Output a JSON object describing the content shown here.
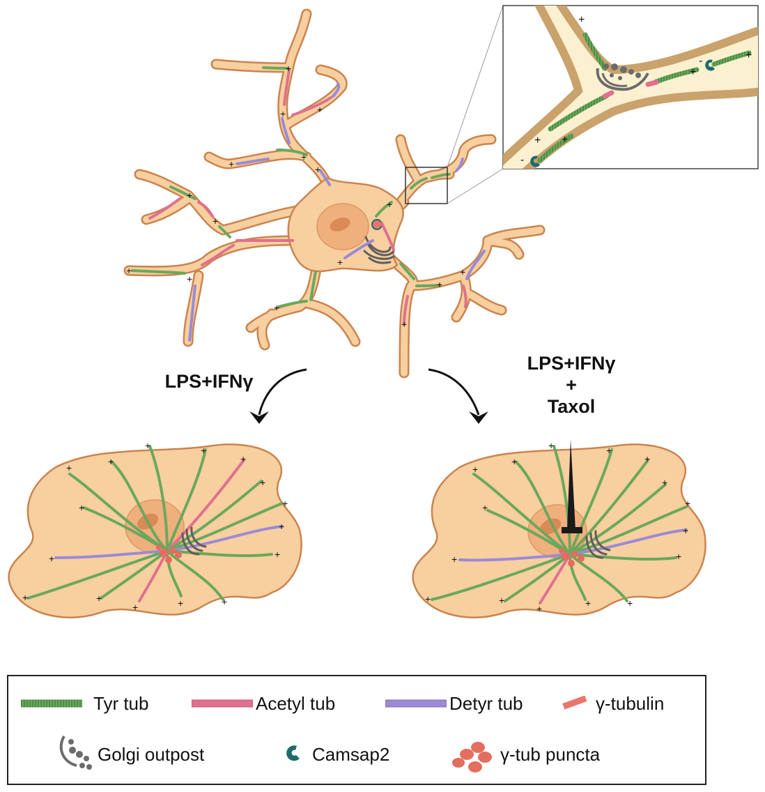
{
  "treatments": {
    "left": "LPS+IFNγ",
    "right_line1": "LPS+IFNγ",
    "right_line2": "+",
    "right_line3": "Taxol"
  },
  "plus_end_marker": "+",
  "minus_end_marker": "-",
  "legend": {
    "items": [
      {
        "icon": "tyr-tub-icon",
        "label": "Tyr tub",
        "color": "#6aa85c"
      },
      {
        "icon": "acetyl-tub-icon",
        "label": "Acetyl tub",
        "color": "#e0708f"
      },
      {
        "icon": "detyr-tub-icon",
        "label": "Detyr tub",
        "color": "#9b8ad6"
      },
      {
        "icon": "gamma-tubulin-icon",
        "label": "γ-tubulin",
        "color": "#e8766a"
      },
      {
        "icon": "golgi-outpost-icon",
        "label": "Golgi outpost",
        "color": "#6b6b6b"
      },
      {
        "icon": "camsap2-icon",
        "label": "Camsap2",
        "color": "#1f6b6b"
      },
      {
        "icon": "gamma-tub-puncta-icon",
        "label": "γ-tub puncta",
        "color": "#e36e5e"
      }
    ]
  },
  "colors": {
    "cell_fill": "#f8cf9f",
    "cell_edge": "#c9844f",
    "nucleus": "#efb07d",
    "nucleolus": "#d98a57",
    "inset_border": "#c9a26c",
    "inset_fill": "#fbf0d0"
  }
}
